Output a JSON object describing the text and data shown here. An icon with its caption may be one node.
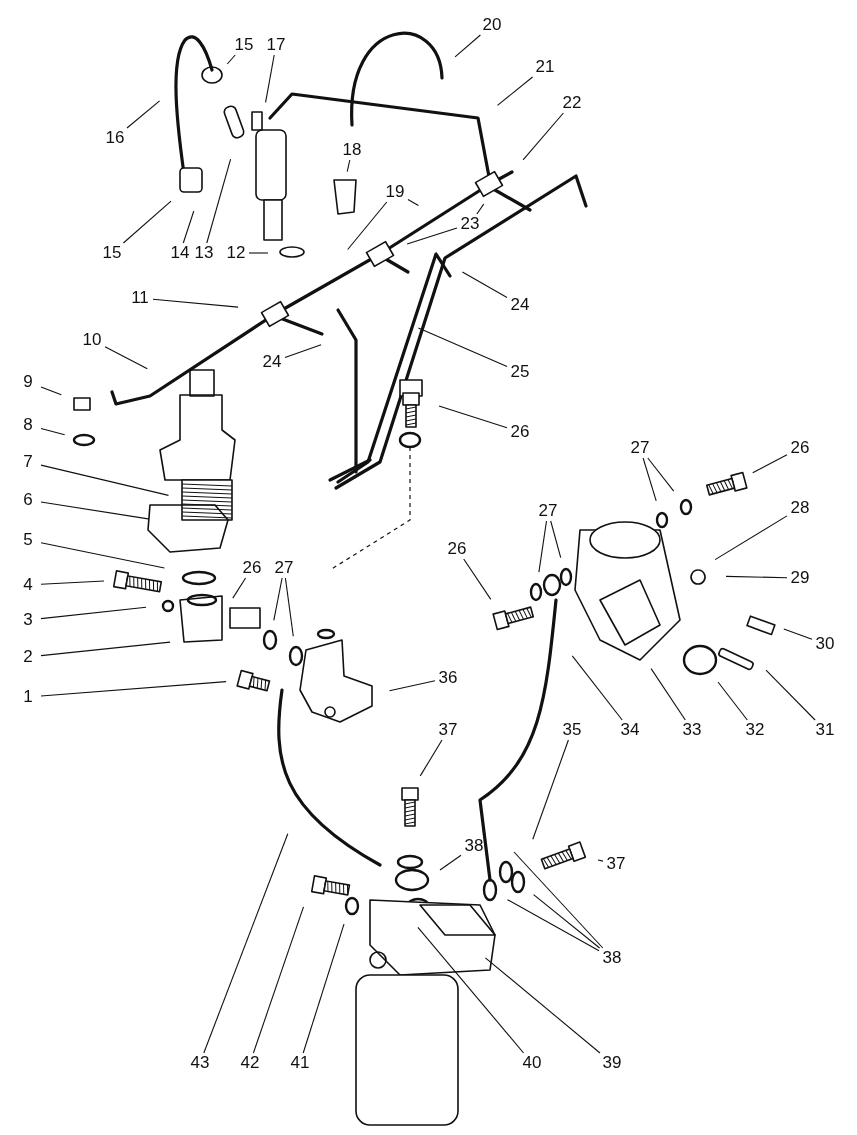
{
  "diagram": {
    "nodes": [
      {
        "text": [
          "20"
        ]
      },
      {
        "text": [
          "15"
        ]
      },
      {
        "text": [
          "17"
        ]
      },
      {
        "text": [
          "21"
        ]
      },
      {
        "text": [
          "22"
        ]
      },
      {
        "text": [
          "16"
        ]
      },
      {
        "text": [
          "18"
        ]
      },
      {
        "text": [
          "19"
        ]
      },
      {
        "text": [
          "23"
        ]
      },
      {
        "text": [
          "15"
        ]
      },
      {
        "text": [
          "14"
        ]
      },
      {
        "text": [
          "13"
        ]
      },
      {
        "text": [
          "12"
        ]
      },
      {
        "text": [
          "11"
        ]
      },
      {
        "text": [
          "24"
        ]
      },
      {
        "text": [
          "10"
        ]
      },
      {
        "text": [
          "24"
        ]
      },
      {
        "text": [
          "25"
        ]
      },
      {
        "text": [
          "9"
        ]
      },
      {
        "text": [
          "8"
        ]
      },
      {
        "text": [
          "26"
        ]
      },
      {
        "text": [
          "27"
        ]
      },
      {
        "text": [
          "26"
        ]
      },
      {
        "text": [
          "7"
        ]
      },
      {
        "text": [
          "6"
        ]
      },
      {
        "text": [
          "28"
        ]
      },
      {
        "text": [
          "27"
        ]
      },
      {
        "text": [
          "5"
        ]
      },
      {
        "text": [
          "26"
        ]
      },
      {
        "text": [
          "26"
        ]
      },
      {
        "text": [
          "27"
        ]
      },
      {
        "text": [
          "29"
        ]
      },
      {
        "text": [
          "4"
        ]
      },
      {
        "text": [
          "3"
        ]
      },
      {
        "text": [
          "30"
        ]
      },
      {
        "text": [
          "2"
        ]
      },
      {
        "text": [
          "36"
        ]
      },
      {
        "text": [
          "1"
        ]
      },
      {
        "text": [
          "37"
        ]
      },
      {
        "text": [
          "35"
        ]
      },
      {
        "text": [
          "34"
        ]
      },
      {
        "text": [
          "33"
        ]
      },
      {
        "text": [
          "32"
        ]
      },
      {
        "text": [
          "31"
        ]
      },
      {
        "text": [
          "37"
        ]
      },
      {
        "text": [
          "38"
        ]
      },
      {
        "text": [
          "38"
        ]
      },
      {
        "text": [
          "43"
        ]
      },
      {
        "text": [
          "42"
        ]
      },
      {
        "text": [
          "41"
        ]
      },
      {
        "text": [
          "40"
        ]
      },
      {
        "text": [
          "39"
        ]
      }
    ],
    "edges": [
      {
        "from": 0,
        "to": null,
        "arrow": "none"
      },
      {
        "from": 1,
        "to": null,
        "arrow": "none"
      },
      {
        "from": 2,
        "to": null,
        "arrow": "none"
      },
      {
        "from": 3,
        "to": null,
        "arrow": "none"
      },
      {
        "from": 4,
        "to": null,
        "arrow": "none"
      },
      {
        "from": 5,
        "to": null,
        "arrow": "none"
      },
      {
        "from": 6,
        "to": null,
        "arrow": "none"
      },
      {
        "from": 7,
        "to": null,
        "arrow": "none"
      },
      {
        "from": 7,
        "to": null,
        "arrow": "none"
      },
      {
        "from": 8,
        "to": null,
        "arrow": "none"
      },
      {
        "from": 8,
        "to": null,
        "arrow": "none"
      },
      {
        "from": 9,
        "to": null,
        "arrow": "none"
      },
      {
        "from": 10,
        "to": null,
        "arrow": "none"
      },
      {
        "from": 11,
        "to": null,
        "arrow": "none"
      },
      {
        "from": 12,
        "to": null,
        "arrow": "none"
      },
      {
        "from": 13,
        "to": null,
        "arrow": "none"
      },
      {
        "from": 14,
        "to": null,
        "arrow": "none"
      },
      {
        "from": 15,
        "to": null,
        "arrow": "none"
      },
      {
        "from": 16,
        "to": null,
        "arrow": "none"
      },
      {
        "from": 17,
        "to": null,
        "arrow": "none"
      },
      {
        "from": 18,
        "to": null,
        "arrow": "none"
      },
      {
        "from": 19,
        "to": null,
        "arrow": "none"
      },
      {
        "from": 20,
        "to": null,
        "arrow": "none"
      },
      {
        "from": 21,
        "to": null,
        "arrow": "none"
      },
      {
        "from": 21,
        "to": null,
        "arrow": "none"
      },
      {
        "from": 22,
        "to": null,
        "arrow": "none"
      },
      {
        "from": 23,
        "to": null,
        "arrow": "none"
      },
      {
        "from": 24,
        "to": null,
        "arrow": "none"
      },
      {
        "from": 25,
        "to": null,
        "arrow": "none"
      },
      {
        "from": 26,
        "to": null,
        "arrow": "none"
      },
      {
        "from": 26,
        "to": null,
        "arrow": "none"
      },
      {
        "from": 27,
        "to": null,
        "arrow": "none"
      },
      {
        "from": 28,
        "to": null,
        "arrow": "none"
      },
      {
        "from": 29,
        "to": null,
        "arrow": "none"
      },
      {
        "from": 30,
        "to": null,
        "arrow": "none"
      },
      {
        "from": 30,
        "to": null,
        "arrow": "none"
      },
      {
        "from": 31,
        "to": null,
        "arrow": "none"
      },
      {
        "from": 32,
        "to": null,
        "arrow": "none"
      },
      {
        "from": 33,
        "to": null,
        "arrow": "none"
      },
      {
        "from": 34,
        "to": null,
        "arrow": "none"
      },
      {
        "from": 35,
        "to": null,
        "arrow": "none"
      },
      {
        "from": 36,
        "to": null,
        "arrow": "none"
      },
      {
        "from": 37,
        "to": null,
        "arrow": "none"
      },
      {
        "from": 38,
        "to": null,
        "arrow": "none"
      },
      {
        "from": 39,
        "to": null,
        "arrow": "none"
      },
      {
        "from": 40,
        "to": null,
        "arrow": "none"
      },
      {
        "from": 41,
        "to": null,
        "arrow": "none"
      },
      {
        "from": 42,
        "to": null,
        "arrow": "none"
      },
      {
        "from": 43,
        "to": null,
        "arrow": "none"
      },
      {
        "from": 44,
        "to": null,
        "arrow": "none"
      },
      {
        "from": 45,
        "to": null,
        "arrow": "none"
      },
      {
        "from": 46,
        "to": null,
        "arrow": "none"
      },
      {
        "from": 46,
        "to": null,
        "arrow": "none"
      },
      {
        "from": 46,
        "to": null,
        "arrow": "none"
      },
      {
        "from": 47,
        "to": null,
        "arrow": "none"
      },
      {
        "from": 48,
        "to": null,
        "arrow": "none"
      },
      {
        "from": 49,
        "to": null,
        "arrow": "none"
      },
      {
        "from": 50,
        "to": null,
        "arrow": "none"
      },
      {
        "from": 51,
        "to": null,
        "arrow": "none"
      }
    ]
  }
}
